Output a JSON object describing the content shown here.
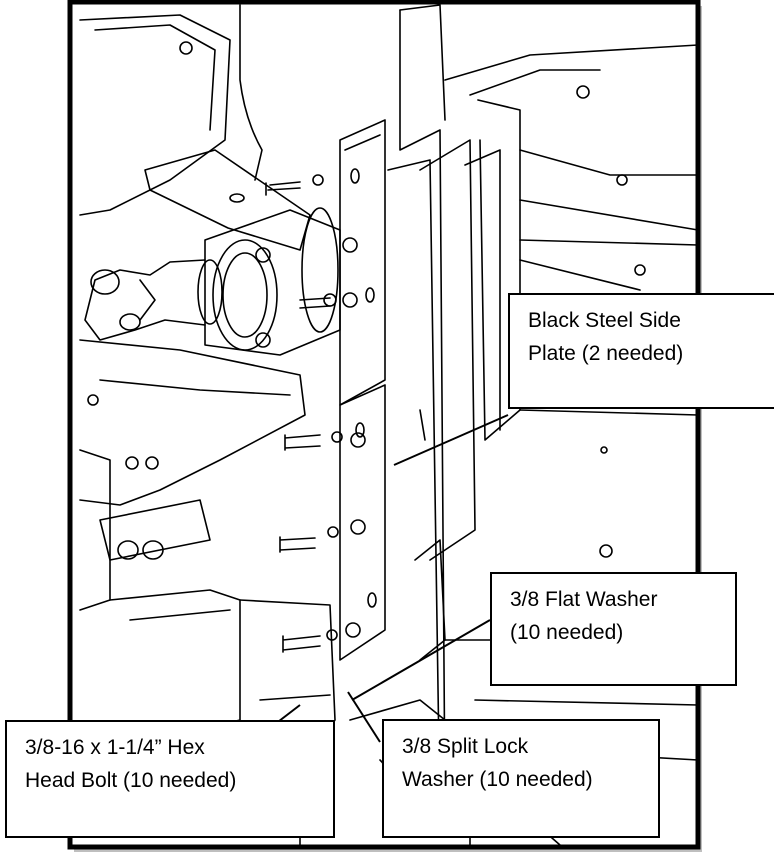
{
  "callouts": {
    "side_plate": {
      "line1": "Black Steel Side",
      "line2": "Plate (2 needed)"
    },
    "flat_washer": {
      "line1": "3/8 Flat Washer",
      "line2": "(10 needed)"
    },
    "hex_bolt": {
      "line1": "3/8-16 x 1-1/4” Hex",
      "line2": "Head Bolt (10 needed)"
    },
    "lock_washer": {
      "line1": "3/8 Split Lock",
      "line2": "Washer (10 needed)"
    }
  }
}
